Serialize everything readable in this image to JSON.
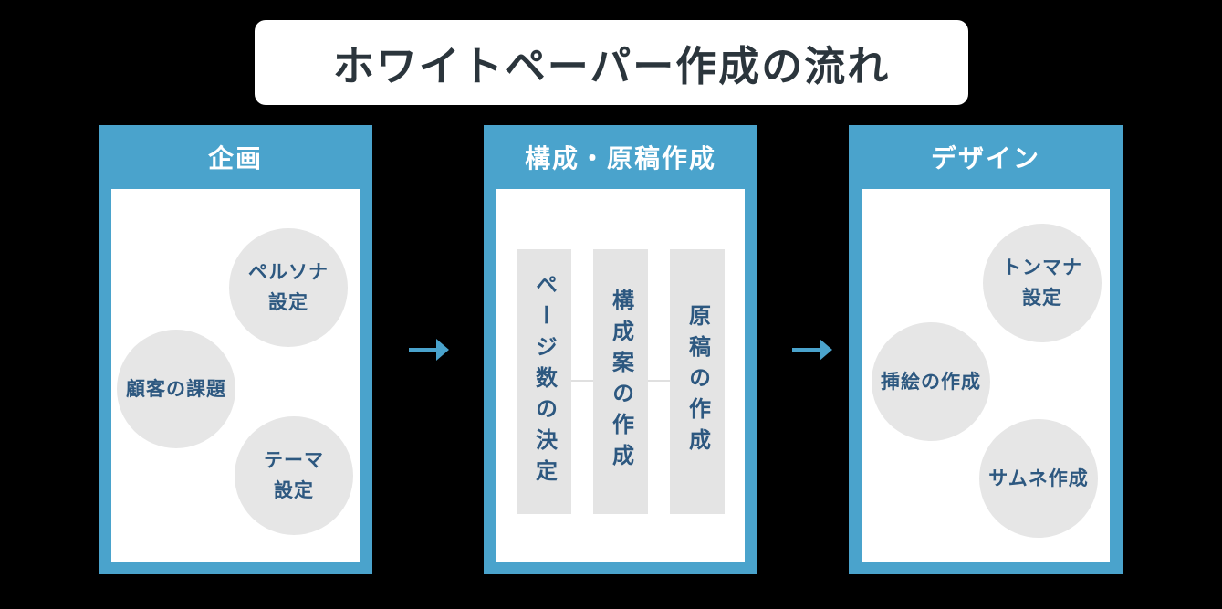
{
  "title": "ホワイトペーパー作成の流れ",
  "panels": [
    {
      "header": "企画",
      "steps": [
        {
          "label": "ペルソナ設定",
          "lines": [
            "ペルソナ",
            "設定"
          ]
        },
        {
          "label": "顧客の課題",
          "lines": [
            "顧客の課題"
          ]
        },
        {
          "label": "テーマ設定",
          "lines": [
            "テーマ",
            "設定"
          ]
        }
      ]
    },
    {
      "header": "構成・原稿作成",
      "steps": [
        {
          "label": "ページ数の決定"
        },
        {
          "label": "構成案の作成"
        },
        {
          "label": "原稿の作成"
        }
      ]
    },
    {
      "header": "デザイン",
      "steps": [
        {
          "label": "トンマナ設定",
          "lines": [
            "トンマナ",
            "設定"
          ]
        },
        {
          "label": "挿絵の作成",
          "lines": [
            "挿絵の作成"
          ]
        },
        {
          "label": "サムネ作成",
          "lines": [
            "サムネ作成"
          ]
        }
      ]
    }
  ],
  "icons": {
    "flow_arrow": "→"
  },
  "colors": {
    "background": "#000000",
    "panel_blue": "#4aa3cc",
    "arrow_blue": "#4aa3cc",
    "panel_inner_white": "#ffffff",
    "header_text": "#ffffff",
    "circle_gray": "#e6e6e6",
    "bar_gray": "#e4e4e4",
    "connector_gray": "#e0e0e0",
    "step_text_navy": "#2d5880",
    "title_text": "#2b353c",
    "title_box_white": "#ffffff"
  }
}
